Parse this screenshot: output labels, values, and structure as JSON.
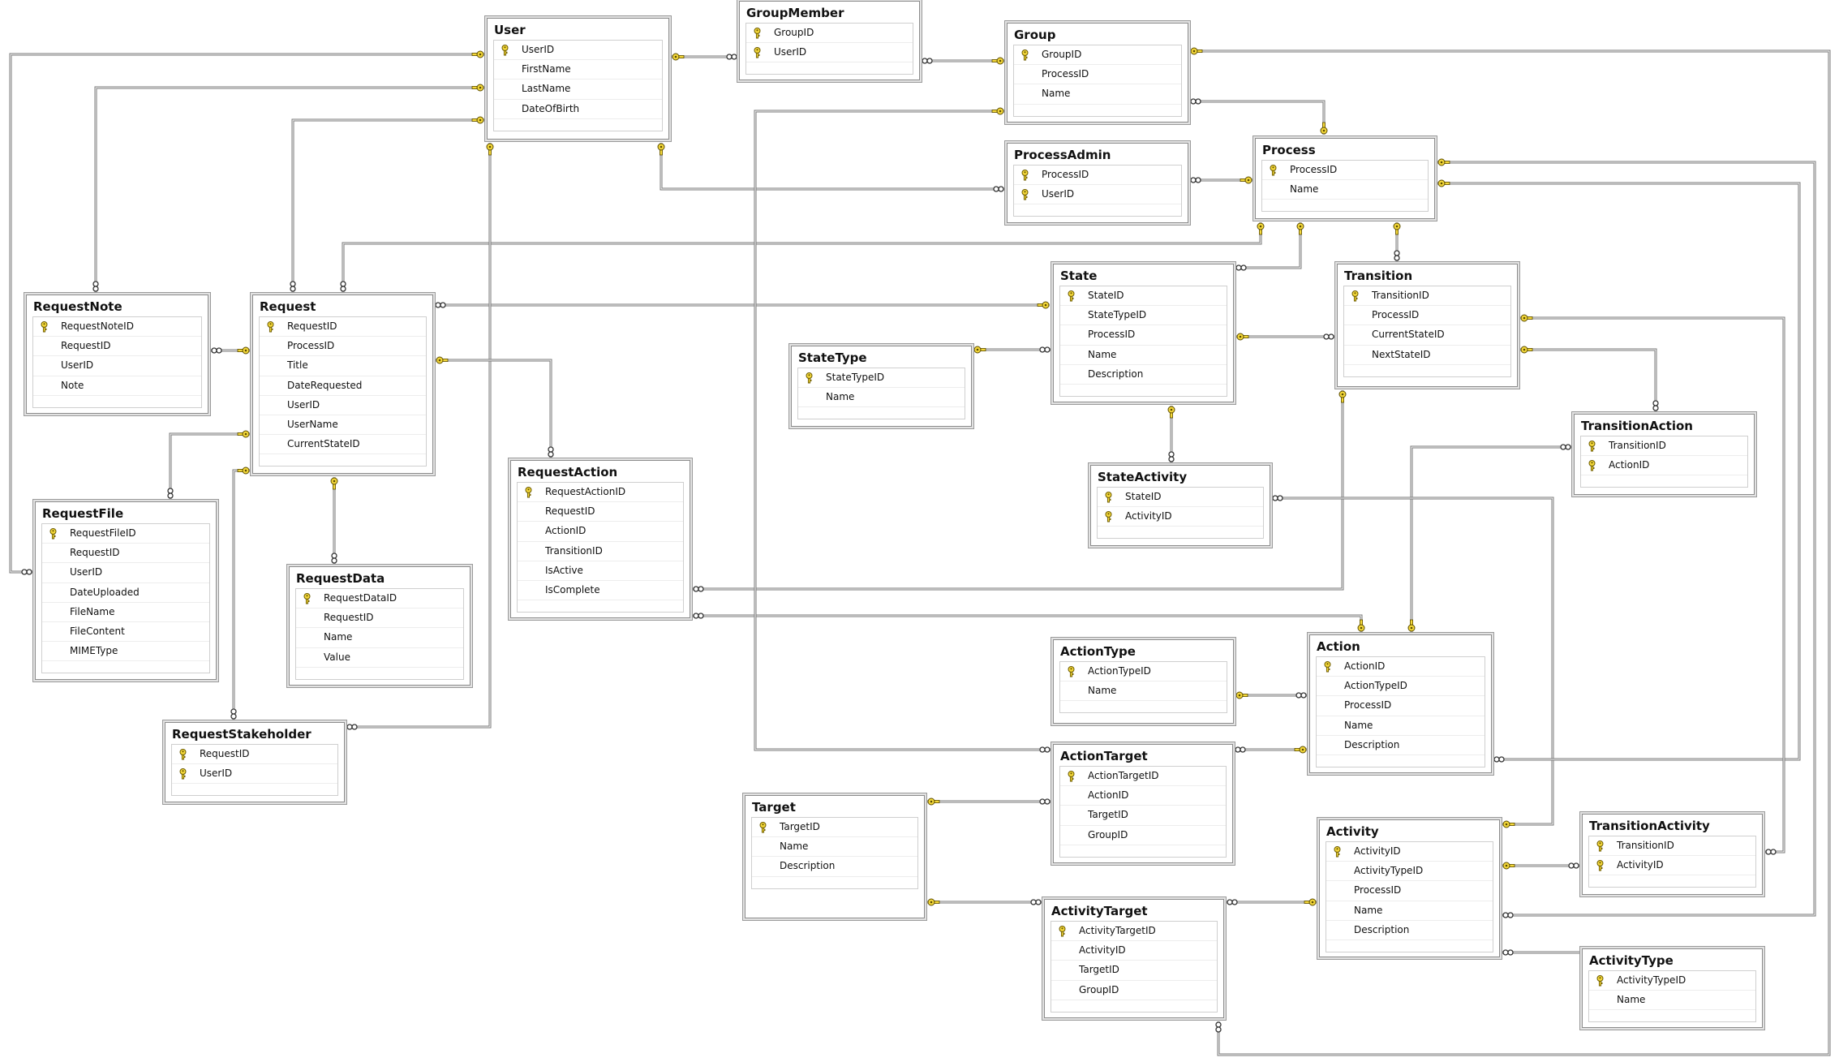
{
  "tables": [
    {
      "id": "User",
      "title": "User",
      "fields": [
        {
          "name": "UserID",
          "pk": true
        },
        {
          "name": "FirstName"
        },
        {
          "name": "LastName"
        },
        {
          "name": "DateOfBirth"
        }
      ]
    },
    {
      "id": "GroupMember",
      "title": "GroupMember",
      "fields": [
        {
          "name": "GroupID",
          "pk": true
        },
        {
          "name": "UserID",
          "pk": true
        }
      ]
    },
    {
      "id": "Group",
      "title": "Group",
      "fields": [
        {
          "name": "GroupID",
          "pk": true
        },
        {
          "name": "ProcessID"
        },
        {
          "name": "Name"
        }
      ]
    },
    {
      "id": "ProcessAdmin",
      "title": "ProcessAdmin",
      "fields": [
        {
          "name": "ProcessID",
          "pk": true
        },
        {
          "name": "UserID",
          "pk": true
        }
      ]
    },
    {
      "id": "Process",
      "title": "Process",
      "fields": [
        {
          "name": "ProcessID",
          "pk": true
        },
        {
          "name": "Name"
        }
      ]
    },
    {
      "id": "RequestNote",
      "title": "RequestNote",
      "fields": [
        {
          "name": "RequestNoteID",
          "pk": true
        },
        {
          "name": "RequestID"
        },
        {
          "name": "UserID"
        },
        {
          "name": "Note"
        }
      ]
    },
    {
      "id": "Request",
      "title": "Request",
      "fields": [
        {
          "name": "RequestID",
          "pk": true
        },
        {
          "name": "ProcessID"
        },
        {
          "name": "Title"
        },
        {
          "name": "DateRequested"
        },
        {
          "name": "UserID"
        },
        {
          "name": "UserName"
        },
        {
          "name": "CurrentStateID"
        }
      ]
    },
    {
      "id": "State",
      "title": "State",
      "fields": [
        {
          "name": "StateID",
          "pk": true
        },
        {
          "name": "StateTypeID"
        },
        {
          "name": "ProcessID"
        },
        {
          "name": "Name"
        },
        {
          "name": "Description"
        }
      ]
    },
    {
      "id": "Transition",
      "title": "Transition",
      "fields": [
        {
          "name": "TransitionID",
          "pk": true
        },
        {
          "name": "ProcessID"
        },
        {
          "name": "CurrentStateID"
        },
        {
          "name": "NextStateID"
        }
      ]
    },
    {
      "id": "StateType",
      "title": "StateType",
      "fields": [
        {
          "name": "StateTypeID",
          "pk": true
        },
        {
          "name": "Name"
        }
      ]
    },
    {
      "id": "TransitionAction",
      "title": "TransitionAction",
      "fields": [
        {
          "name": "TransitionID",
          "pk": true
        },
        {
          "name": "ActionID",
          "pk": true
        }
      ]
    },
    {
      "id": "StateActivity",
      "title": "StateActivity",
      "fields": [
        {
          "name": "StateID",
          "pk": true
        },
        {
          "name": "ActivityID",
          "pk": true
        }
      ]
    },
    {
      "id": "RequestAction",
      "title": "RequestAction",
      "fields": [
        {
          "name": "RequestActionID",
          "pk": true
        },
        {
          "name": "RequestID"
        },
        {
          "name": "ActionID"
        },
        {
          "name": "TransitionID"
        },
        {
          "name": "IsActive"
        },
        {
          "name": "IsComplete"
        }
      ]
    },
    {
      "id": "RequestFile",
      "title": "RequestFile",
      "fields": [
        {
          "name": "RequestFileID",
          "pk": true
        },
        {
          "name": "RequestID"
        },
        {
          "name": "UserID"
        },
        {
          "name": "DateUploaded"
        },
        {
          "name": "FileName"
        },
        {
          "name": "FileContent"
        },
        {
          "name": "MIMEType"
        }
      ]
    },
    {
      "id": "RequestData",
      "title": "RequestData",
      "fields": [
        {
          "name": "RequestDataID",
          "pk": true
        },
        {
          "name": "RequestID"
        },
        {
          "name": "Name"
        },
        {
          "name": "Value"
        }
      ]
    },
    {
      "id": "ActionType",
      "title": "ActionType",
      "fields": [
        {
          "name": "ActionTypeID",
          "pk": true
        },
        {
          "name": "Name"
        }
      ]
    },
    {
      "id": "Action",
      "title": "Action",
      "fields": [
        {
          "name": "ActionID",
          "pk": true
        },
        {
          "name": "ActionTypeID"
        },
        {
          "name": "ProcessID"
        },
        {
          "name": "Name"
        },
        {
          "name": "Description"
        }
      ]
    },
    {
      "id": "RequestStakeholder",
      "title": "RequestStakeholder",
      "fields": [
        {
          "name": "RequestID",
          "pk": true
        },
        {
          "name": "UserID",
          "pk": true
        }
      ]
    },
    {
      "id": "ActionTarget",
      "title": "ActionTarget",
      "fields": [
        {
          "name": "ActionTargetID",
          "pk": true
        },
        {
          "name": "ActionID"
        },
        {
          "name": "TargetID"
        },
        {
          "name": "GroupID"
        }
      ]
    },
    {
      "id": "Target",
      "title": "Target",
      "fields": [
        {
          "name": "TargetID",
          "pk": true
        },
        {
          "name": "Name"
        },
        {
          "name": "Description"
        }
      ]
    },
    {
      "id": "Activity",
      "title": "Activity",
      "fields": [
        {
          "name": "ActivityID",
          "pk": true
        },
        {
          "name": "ActivityTypeID"
        },
        {
          "name": "ProcessID"
        },
        {
          "name": "Name"
        },
        {
          "name": "Description"
        }
      ]
    },
    {
      "id": "TransitionActivity",
      "title": "TransitionActivity",
      "fields": [
        {
          "name": "TransitionID",
          "pk": true
        },
        {
          "name": "ActivityID",
          "pk": true
        }
      ]
    },
    {
      "id": "ActivityTarget",
      "title": "ActivityTarget",
      "fields": [
        {
          "name": "ActivityTargetID",
          "pk": true
        },
        {
          "name": "ActivityID"
        },
        {
          "name": "TargetID"
        },
        {
          "name": "GroupID"
        }
      ]
    },
    {
      "id": "ActivityType",
      "title": "ActivityType",
      "fields": [
        {
          "name": "ActivityTypeID",
          "pk": true
        },
        {
          "name": "Name"
        }
      ]
    }
  ],
  "relationships": [
    {
      "from": "GroupMember",
      "to": "User"
    },
    {
      "from": "GroupMember",
      "to": "Group"
    },
    {
      "from": "Group",
      "to": "Process"
    },
    {
      "from": "ProcessAdmin",
      "to": "Process"
    },
    {
      "from": "ProcessAdmin",
      "to": "User"
    },
    {
      "from": "RequestNote",
      "to": "User"
    },
    {
      "from": "RequestNote",
      "to": "Request"
    },
    {
      "from": "Request",
      "to": "User"
    },
    {
      "from": "Request",
      "to": "Process"
    },
    {
      "from": "Request",
      "to": "State"
    },
    {
      "from": "RequestFile",
      "to": "User"
    },
    {
      "from": "RequestFile",
      "to": "Request"
    },
    {
      "from": "RequestData",
      "to": "Request"
    },
    {
      "from": "RequestStakeholder",
      "to": "User"
    },
    {
      "from": "RequestStakeholder",
      "to": "Request"
    },
    {
      "from": "RequestAction",
      "to": "Request"
    },
    {
      "from": "RequestAction",
      "to": "Transition"
    },
    {
      "from": "RequestAction",
      "to": "Action"
    },
    {
      "from": "State",
      "to": "Process"
    },
    {
      "from": "State",
      "to": "StateType"
    },
    {
      "from": "Transition",
      "to": "Process"
    },
    {
      "from": "Transition",
      "to": "State"
    },
    {
      "from": "TransitionAction",
      "to": "Transition"
    },
    {
      "from": "TransitionAction",
      "to": "Action"
    },
    {
      "from": "StateActivity",
      "to": "State"
    },
    {
      "from": "StateActivity",
      "to": "Activity"
    },
    {
      "from": "Action",
      "to": "ActionType"
    },
    {
      "from": "Action",
      "to": "Process"
    },
    {
      "from": "ActionTarget",
      "to": "Action"
    },
    {
      "from": "ActionTarget",
      "to": "Target"
    },
    {
      "from": "ActionTarget",
      "to": "Group"
    },
    {
      "from": "Activity",
      "to": "Process"
    },
    {
      "from": "Activity",
      "to": "ActivityType"
    },
    {
      "from": "TransitionActivity",
      "to": "Transition"
    },
    {
      "from": "TransitionActivity",
      "to": "Activity"
    },
    {
      "from": "ActivityTarget",
      "to": "Activity"
    },
    {
      "from": "ActivityTarget",
      "to": "Target"
    },
    {
      "from": "ActivityTarget",
      "to": "Group"
    }
  ]
}
